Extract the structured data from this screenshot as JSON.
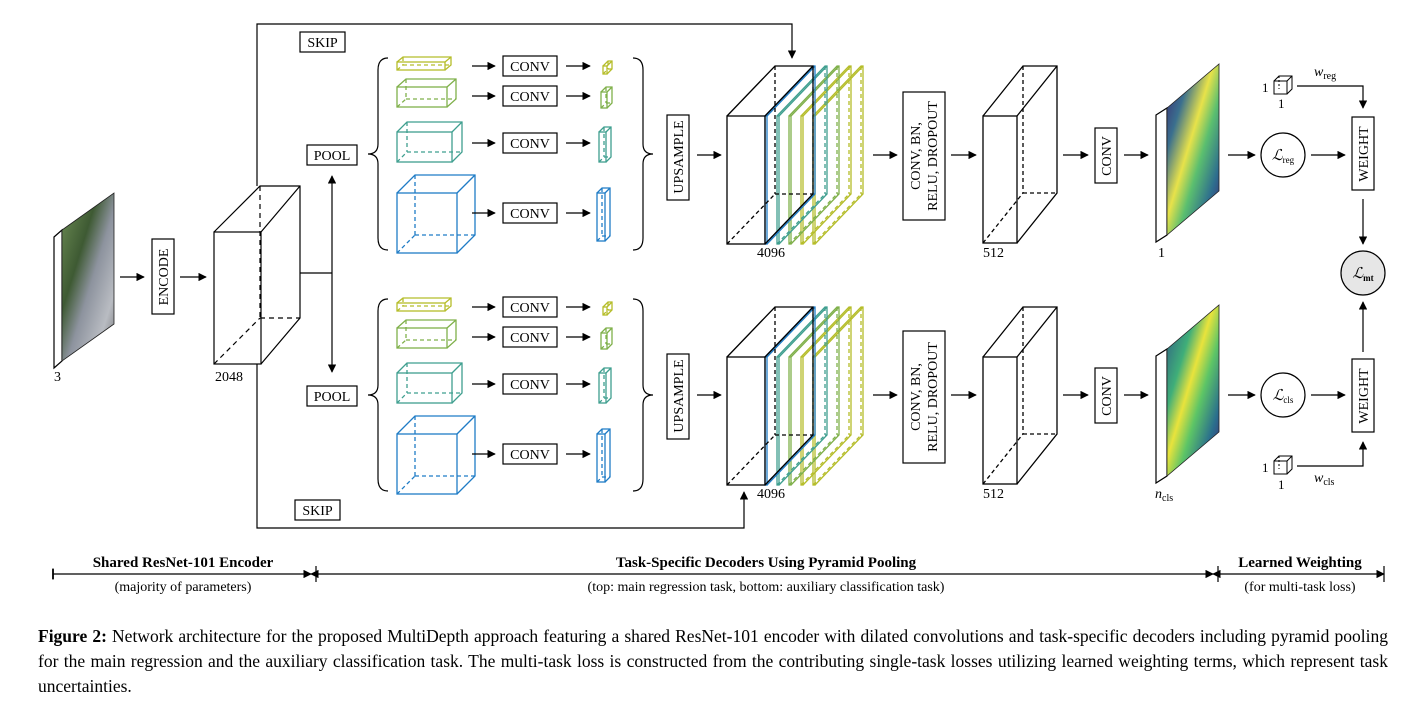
{
  "labels": {
    "encode": "ENCODE",
    "skip": "SKIP",
    "pool": "POOL",
    "conv": "CONV",
    "upsample": "UPSAMPLE",
    "conv_bn_line1": "CONV, BN,",
    "conv_bn_line2": "RELU, DROPOUT",
    "weight": "WEIGHT"
  },
  "dims": {
    "input": "3",
    "encoder": "2048",
    "concat": "4096",
    "feat": "512",
    "out_reg": "1",
    "out_cls_base": "n",
    "out_cls_sub": "cls",
    "weight_dim": "1"
  },
  "loss": {
    "symbol": "ℒ",
    "reg_sub": "reg",
    "cls_sub": "cls",
    "mt_sub": "mt"
  },
  "weights": {
    "reg_base": "w",
    "reg_sub": "reg",
    "cls_base": "w",
    "cls_sub": "cls"
  },
  "sections": [
    {
      "title": "Shared ResNet-101 Encoder",
      "subtitle": "(majority of parameters)"
    },
    {
      "title": "Task-Specific Decoders Using Pyramid Pooling",
      "subtitle": "(top: main regression task, bottom: auxiliary classification task)"
    },
    {
      "title": "Learned Weighting",
      "subtitle": "(for multi-task loss)"
    }
  ],
  "caption": {
    "label": "Figure 2:",
    "text": " Network architecture for the proposed MultiDepth approach featuring a shared ResNet-101 encoder with dilated convolutions and task-specific decoders including pyramid pooling for the main regression and the auxiliary classification task. The multi-task loss is constructed from the contributing single-task losses utilizing learned weighting terms, which represent task uncertainties."
  },
  "colors": {
    "scale1": "#b5bd2a",
    "scale2": "#7fb04a",
    "scale3": "#3f9f8f",
    "scale4": "#1f7cc6",
    "line": "#000000",
    "loss_fill": "#ffffff",
    "mt_fill": "#e6e6e6"
  }
}
